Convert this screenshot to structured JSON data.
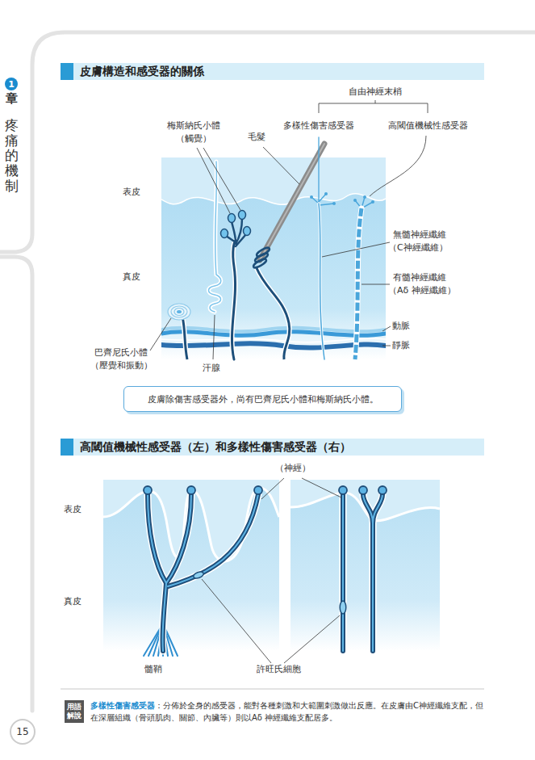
{
  "diagram": {
    "nodes": [
      {
        "text": [
          "1"
        ]
      },
      {
        "text": [
          "皮膚構造和感受器的關係"
        ]
      },
      {
        "text": [
          "皮膚除傷害感受器外，尚有巴齊尼氏小體和梅斯納氏小體。"
        ]
      },
      {
        "text": [
          "高閾值機械性感受器（左）和多樣性傷害感受器（右）"
        ]
      },
      {
        "text": [
          "用語 解說"
        ]
      },
      {
        "text": [
          "15"
        ]
      }
    ],
    "labels": [
      "章",
      "疼痛的機制",
      "自由神經末梢",
      "梅斯納氏小體",
      "（觸覺）",
      "毛髮",
      "多樣性傷害感受器",
      "高閾值機械性感受器",
      "表皮",
      "無髓神經纖維",
      "（C神經纖維）",
      "真皮",
      "有髓神經纖維",
      "（Aδ 神經纖維）",
      "動脈",
      "巴齊尼氏小體",
      "靜脈",
      "（壓覺和振動）",
      "汗腺",
      "（神經）",
      "表皮",
      "真皮",
      "髓鞘",
      "許旺氏細胞",
      "多樣性傷害感受器",
      "：分佈於全身的感受器，能對各種刺激和大範圍刺激做出反應。在皮膚由C神經纖維支配，但在深層組織（骨頭肌肉、關節、內臟等）則以Aδ 神經纖維支配居多。"
    ]
  }
}
